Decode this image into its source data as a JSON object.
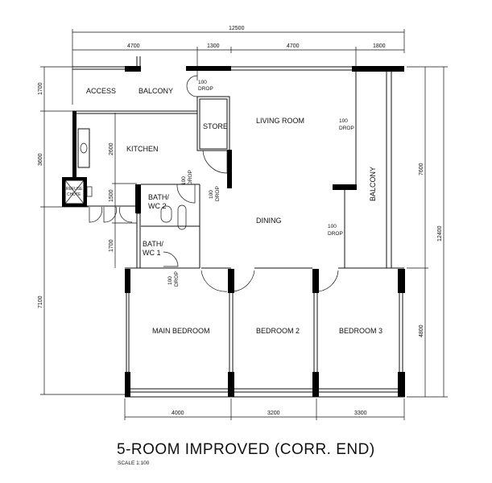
{
  "title": "5-ROOM IMPROVED (CORR. END)",
  "scale": "SCALE  1:100",
  "rooms": {
    "access": "ACCESS",
    "access_balcony": "BALCONY",
    "store": "STORE",
    "kitchen": "KITCHEN",
    "living": "LIVING  ROOM",
    "dining": "DINING",
    "balcony": "BALCONY",
    "bath2_a": "BATH/",
    "bath2_b": "WC  2",
    "bath1_a": "BATH/",
    "bath1_b": "WC  1",
    "refuse_a": "REFUSE",
    "refuse_b": "CHUTE",
    "main_bedroom": "MAIN  BEDROOM",
    "bedroom2": "BEDROOM  2",
    "bedroom3": "BEDROOM  3"
  },
  "drop": {
    "value": "100",
    "label": "DROP"
  },
  "dimensions": {
    "top_total": "12500",
    "top": [
      "4700",
      "1300",
      "4700",
      "1800"
    ],
    "left": [
      "1700",
      "3600",
      "7100"
    ],
    "left_inner": [
      "2600",
      "1500",
      "1700"
    ],
    "right": [
      "7600",
      "12400",
      "4800"
    ],
    "bottom": [
      "4000",
      "3200",
      "3300"
    ]
  }
}
